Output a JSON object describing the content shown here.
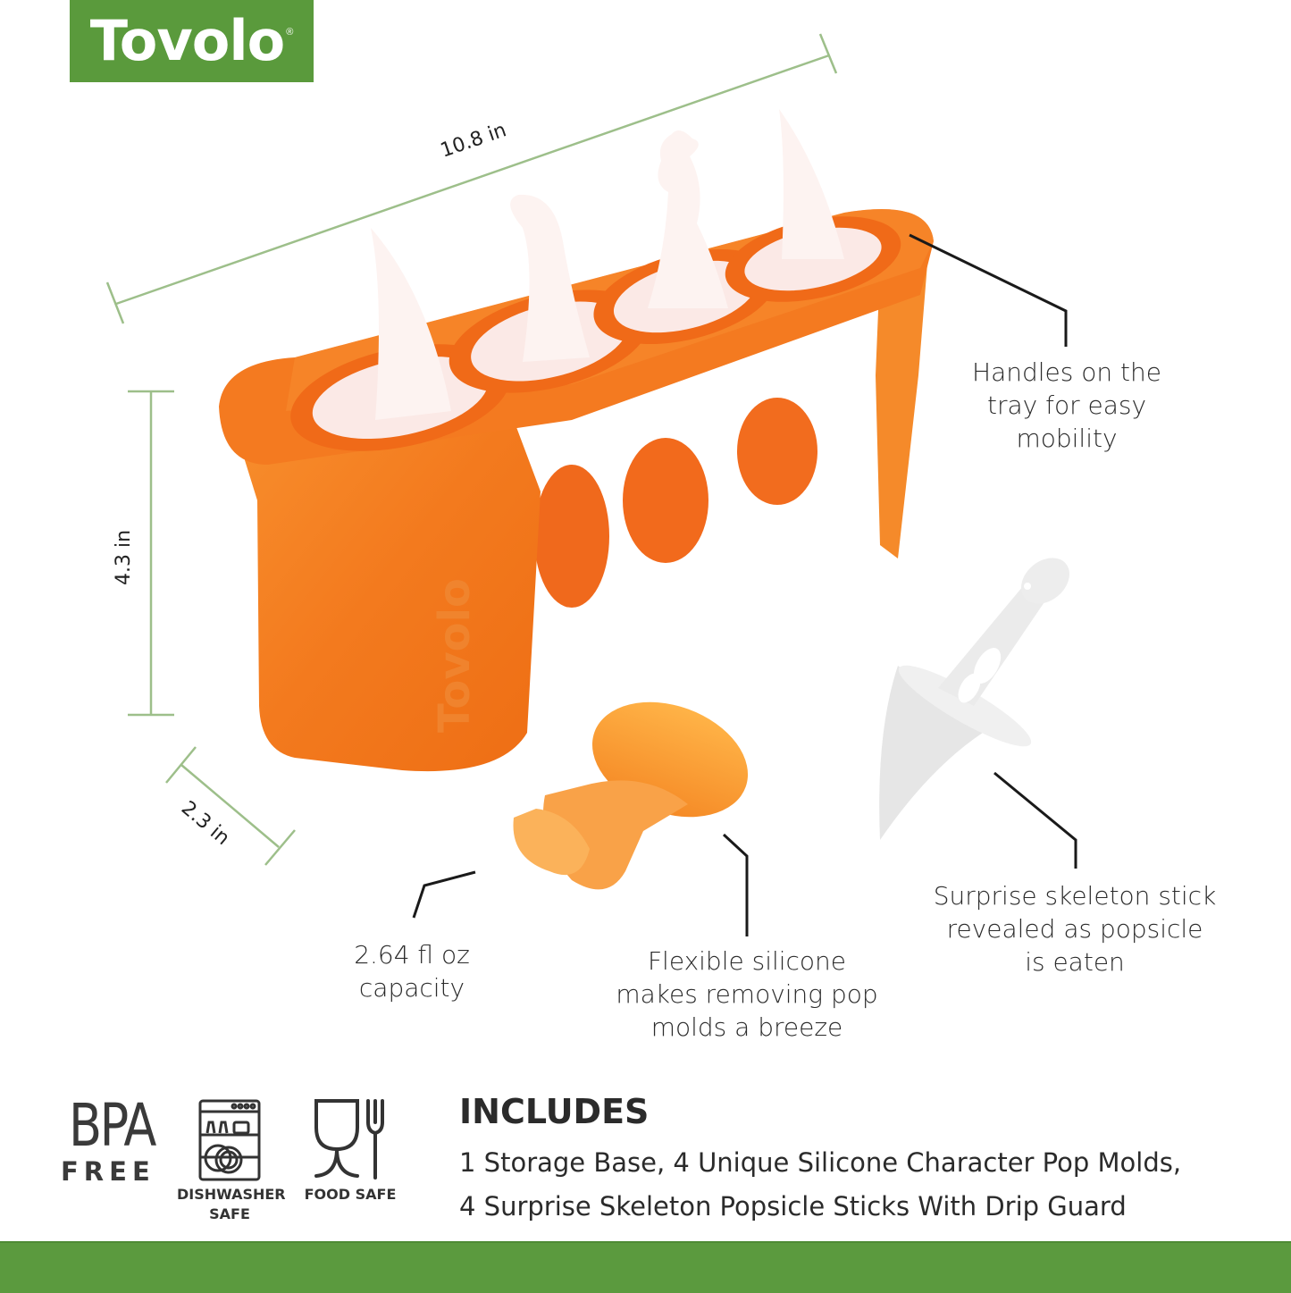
{
  "brand": {
    "logo_text": "Tovolo",
    "registered_mark": "®",
    "colors": {
      "brand_green": "#5a9a3c",
      "dimension_line": "#9dbf8a",
      "product_orange": "#f47a20",
      "text": "#2b2b2b"
    }
  },
  "dimensions": {
    "length": "10.8 in",
    "height": "4.3 in",
    "depth": "2.3 in"
  },
  "callouts": {
    "handles": [
      "Handles on the",
      "tray for easy",
      "mobility"
    ],
    "capacity": [
      "2.64 fl oz",
      "capacity"
    ],
    "flexible": [
      "Flexible silicone",
      "makes removing pop",
      "molds a breeze"
    ],
    "skeleton": [
      "Surprise skeleton stick",
      "revealed as popsicle",
      "is eaten"
    ]
  },
  "badges": {
    "bpa": {
      "big": "BPA",
      "small": "FREE"
    },
    "dishwasher": {
      "icon": "dishwasher-icon",
      "caption": [
        "DISHWASHER",
        "SAFE"
      ]
    },
    "food_safe": {
      "icon": "glass-fork-icon",
      "caption": [
        "FOOD SAFE"
      ]
    }
  },
  "includes": {
    "title": "INCLUDES",
    "lines": [
      "1 Storage Base, 4 Unique Silicone Character Pop Molds,",
      "4 Surprise Skeleton Popsicle Sticks With Drip Guard"
    ]
  }
}
